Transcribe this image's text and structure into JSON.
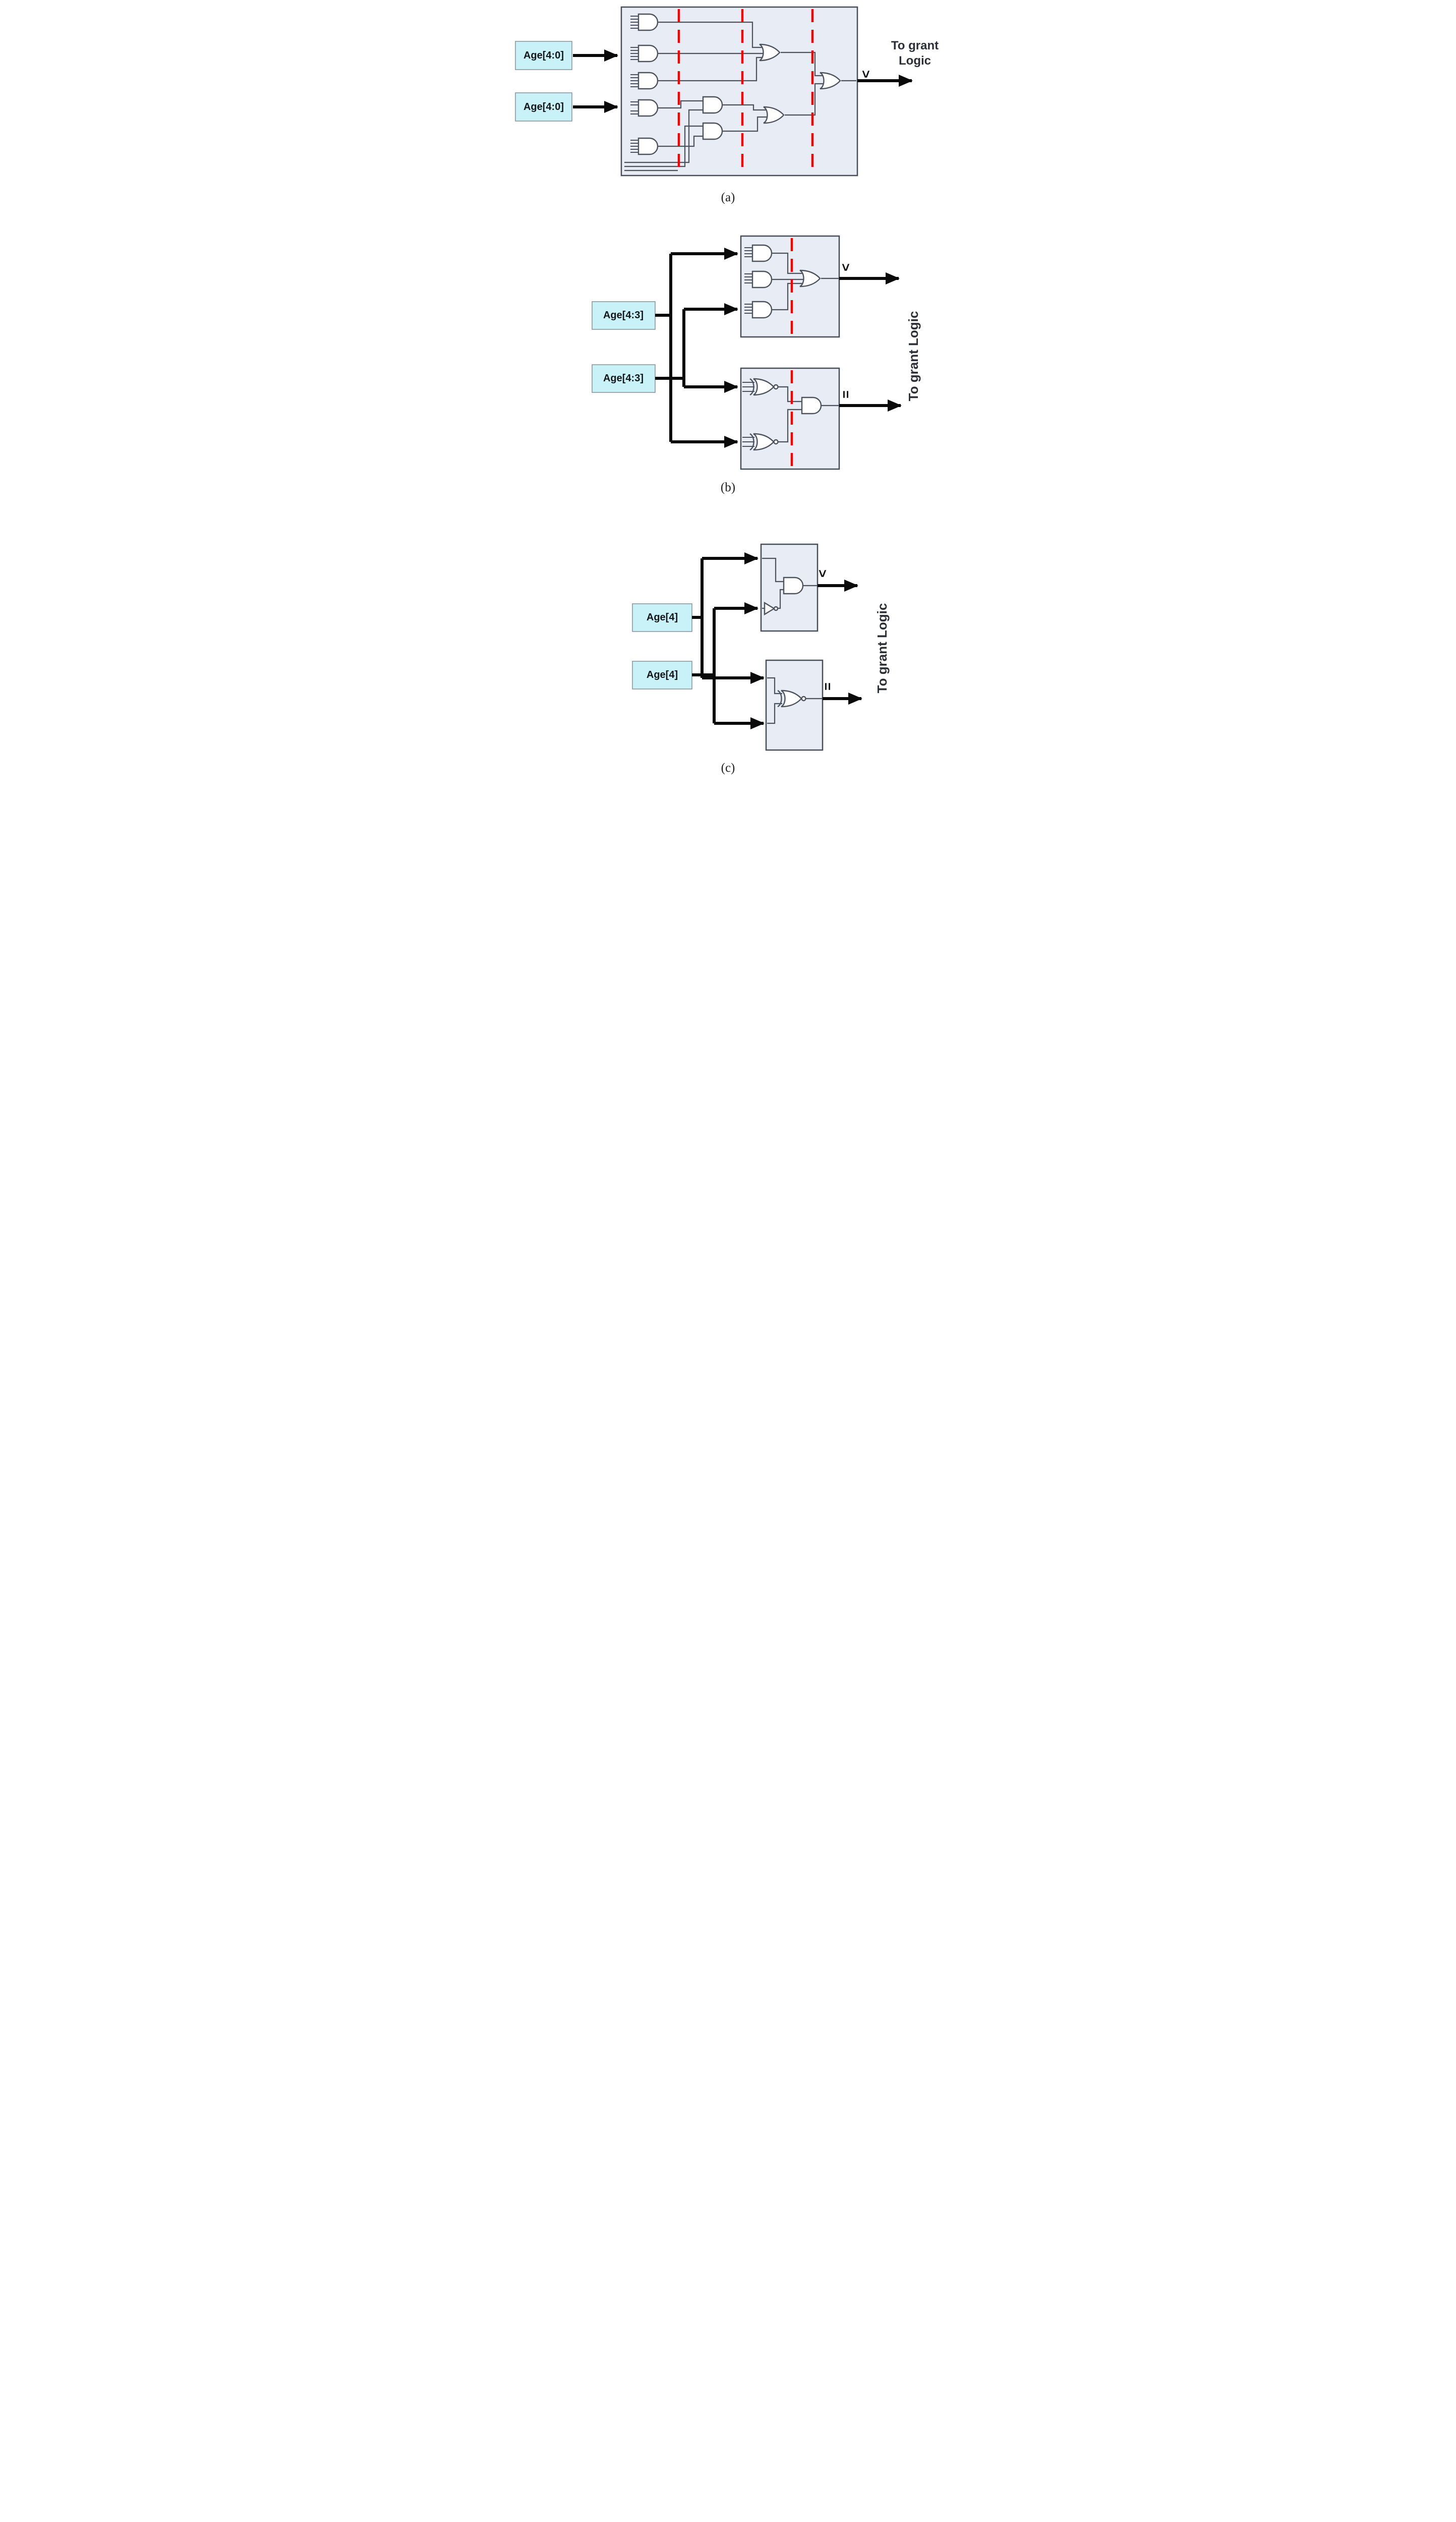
{
  "colors": {
    "panel_fill": "#e8ecf4",
    "stage_divider": "#f40202",
    "input_box_fill": "#c9f2f8"
  },
  "figures": [
    {
      "caption": "(a)",
      "inputs": [
        "Age[4:0]",
        "Age[4:0]"
      ],
      "output_label_line1": "To grant",
      "output_label_line2": "Logic",
      "greater_symbol": ">"
    },
    {
      "caption": "(b)",
      "inputs": [
        "Age[4:3]",
        "Age[4:3]"
      ],
      "side_label": "To grant Logic",
      "greater_symbol": ">",
      "equal_symbol": "="
    },
    {
      "caption": "(c)",
      "inputs": [
        "Age[4]",
        "Age[4]"
      ],
      "side_label": "To grant Logic",
      "greater_symbol": ">",
      "equal_symbol": "="
    }
  ]
}
